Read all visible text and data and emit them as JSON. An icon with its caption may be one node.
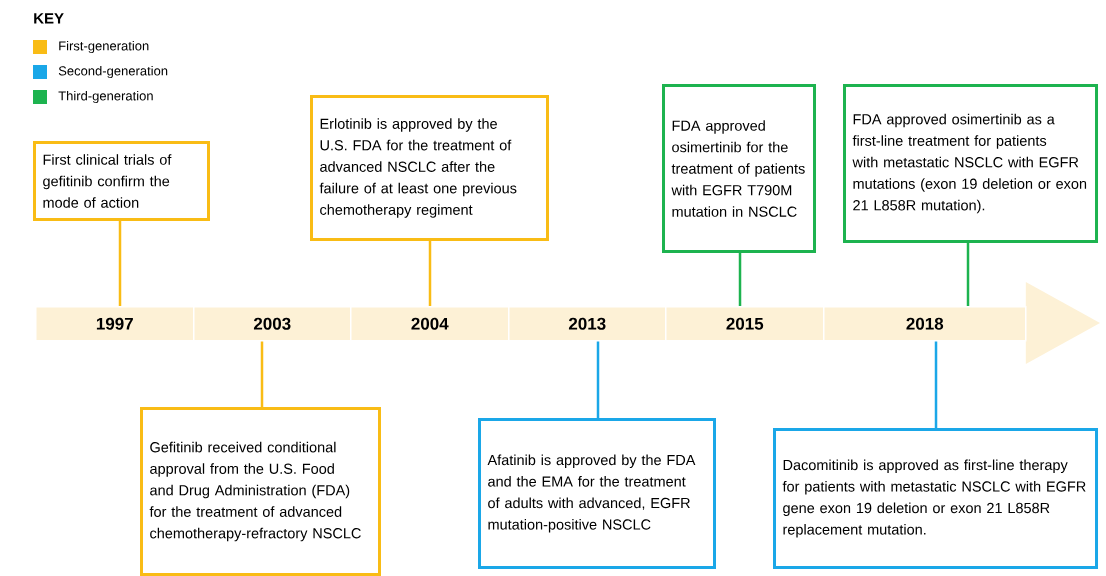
{
  "diagram": {
    "nodes": [
      {
        "text": [
          "First clinical trials of gefitinib confirm the mode of action"
        ]
      },
      {
        "text": [
          "Erlotinib is approved by the U.S. FDA for the treatment of advanced NSCLC after the failure of at least one previous chemotherapy regiment"
        ]
      },
      {
        "text": [
          "FDA approved osimertinib for the treatment of patients with EGFR T790M mutation in NSCLC"
        ]
      },
      {
        "text": [
          "FDA approved osimertinib as a first-line treatment for patients with metastatic NSCLC with EGFR mutations (exon 19 deletion or exon 21 L858R mutation)."
        ]
      },
      {
        "text": [
          "1997"
        ]
      },
      {
        "text": [
          "2003"
        ]
      },
      {
        "text": [
          "2004"
        ]
      },
      {
        "text": [
          "2013"
        ]
      },
      {
        "text": [
          "2015"
        ]
      },
      {
        "text": [
          "2018"
        ]
      },
      {
        "text": [
          "Gefitinib received conditional approval from the U.S. Food and Drug Administration (FDA) for the treatment of advanced chemotherapy-refractory NSCLC"
        ]
      },
      {
        "text": [
          "Afatinib is approved by the FDA and the EMA for the treatment of adults with advanced, EGFR mutation-positive NSCLC"
        ]
      },
      {
        "text": [
          "Dacomitinib is approved as first-line therapy for patients with metastatic NSCLC with EGFR gene exon 19 deletion or exon 21 L858R replacement mutation."
        ]
      }
    ],
    "edges": [
      {
        "from": 0,
        "to": 4,
        "arrow": "none"
      },
      {
        "from": 1,
        "to": 6,
        "arrow": "none"
      },
      {
        "from": 2,
        "to": 8,
        "arrow": "none",
        "color": "#1db34f"
      },
      {
        "from": 3,
        "to": 9,
        "arrow": "none",
        "color": "#1db34f"
      },
      {
        "from": 10,
        "to": 5,
        "arrow": "none"
      },
      {
        "from": 11,
        "to": 7,
        "arrow": "none",
        "color": "#1aa7e8"
      },
      {
        "from": 12,
        "to": 9,
        "arrow": "none",
        "color": "#1aa7e8"
      }
    ],
    "labels": [
      "KEY"
    ],
    "legend": [
      {
        "text": "First-generation",
        "color": "#f9bc15"
      },
      {
        "text": "Second-generation",
        "color": "#1aa7e8"
      },
      {
        "text": "Third-generation",
        "color": "#1db34f"
      }
    ]
  }
}
